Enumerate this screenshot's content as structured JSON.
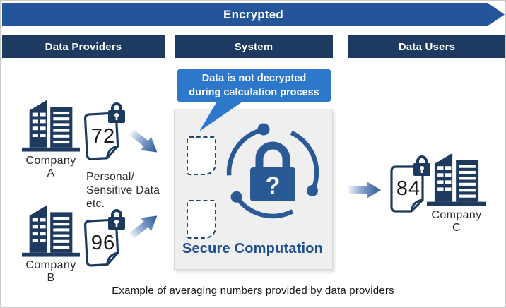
{
  "banner": {
    "label": "Encrypted"
  },
  "columns": [
    {
      "id": "data-providers",
      "label": "Data Providers"
    },
    {
      "id": "system",
      "label": "System"
    },
    {
      "id": "data-users",
      "label": "Data Users"
    }
  ],
  "providers": [
    {
      "company": "Company",
      "letter": "A",
      "value": "72"
    },
    {
      "company": "Company",
      "letter": "B",
      "value": "96"
    }
  ],
  "provider_note": {
    "line1": "Personal/",
    "line2": "Sensitive Data",
    "line3": "etc."
  },
  "system": {
    "tooltip_line1": "Data is not decrypted",
    "tooltip_line2": "during calculation process",
    "label": "Secure Computation",
    "lock_glyph": "?"
  },
  "user": {
    "company": "Company",
    "letter": "C",
    "value": "84"
  },
  "caption": "Example of averaging numbers provided by data providers",
  "icons": [
    "building-icon",
    "document-icon",
    "lock-badge-icon",
    "padlock-question-icon",
    "cycle-arrows-icon",
    "gradient-arrow-icon",
    "encrypted-banner-arrow",
    "speech-bubble-tail",
    "dashed-placeholder-box"
  ],
  "colors": {
    "banner_blue": "#24549A",
    "header_navy": "#1F3A60",
    "bubble_blue": "#2E78CC",
    "lock_blue": "#2A5A96",
    "icon_navy": "#1E3A5F",
    "dashed_border": "#24476E",
    "secure_label_blue": "#1F4E94",
    "system_box_gray": "#EFEFEF",
    "arrow_gradient_light": "#EDF2F8",
    "arrow_gradient_dark": "#2B5795"
  }
}
